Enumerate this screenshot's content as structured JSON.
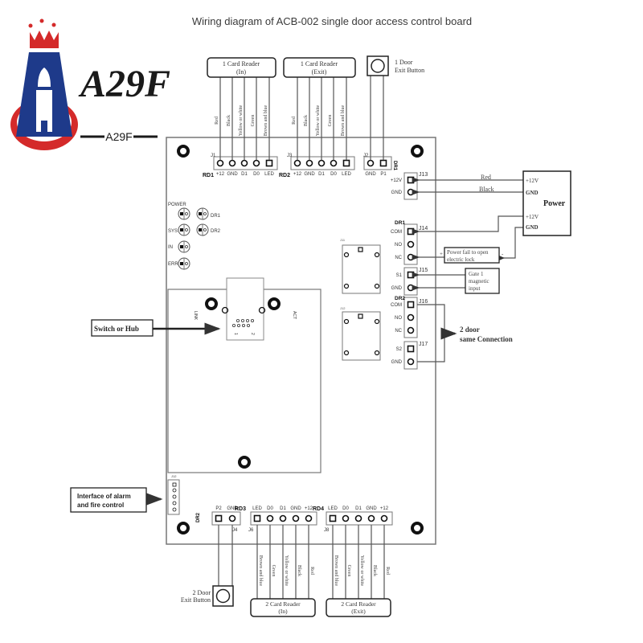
{
  "title": "Wiring diagram of ACB-002 single door access control board",
  "logo": {
    "brand_text": "A29F",
    "sub_text": "A29F",
    "colors": {
      "red": "#d42a2a",
      "blue": "#1e3a8a",
      "black": "#1a1a1a"
    }
  },
  "external_devices": {
    "card_reader_1_in": {
      "line1": "1 Card Reader",
      "line2": "(In)",
      "wires": [
        "Red",
        "Black",
        "Yellow or white",
        "Green",
        "Brown and blue"
      ]
    },
    "card_reader_1_exit": {
      "line1": "1 Card Reader",
      "line2": "(Exit)",
      "wires": [
        "Red",
        "Black",
        "Yellow or white",
        "Green",
        "Brown and blue"
      ]
    },
    "exit_button_1": {
      "line1": "1 Door",
      "line2": "Exit Button"
    },
    "power": {
      "label": "Power",
      "terminals": [
        "+12V",
        "GND",
        "+12V",
        "GND"
      ],
      "wire_labels": [
        "Red",
        "Black"
      ]
    },
    "power_fail_lock": {
      "line1": "Power fail to open",
      "line2": "electric lock",
      "plus": "+",
      "minus": "-"
    },
    "gate_magnetic": {
      "line1": "Gate 1",
      "line2": "magnetic",
      "line3": "input"
    },
    "door2_connection": {
      "line1": "2 door",
      "line2": "same Connection"
    },
    "switch_hub": {
      "label": "Switch or Hub"
    },
    "alarm_interface": {
      "line1": "Interface of alarm",
      "line2": "and fire control"
    },
    "exit_button_2": {
      "line1": "2 Door",
      "line2": "Exit Button"
    },
    "card_reader_2_in": {
      "line1": "2 Card Reader",
      "line2": "(In)",
      "wires": [
        "Brown and blue",
        "Green",
        "Yellow or white",
        "Black",
        "Red"
      ]
    },
    "card_reader_2_exit": {
      "line1": "2 Card Reader",
      "line2": "(Exit)",
      "wires": [
        "Brown and blue",
        "Green",
        "Yellow or white",
        "Black",
        "Red"
      ]
    }
  },
  "board": {
    "connectors": {
      "J1": {
        "id": "J1",
        "group": "RD1",
        "pins": [
          "+12",
          "GND",
          "D1",
          "D0",
          "LED"
        ]
      },
      "J3": {
        "id": "J3",
        "group": "RD2",
        "pins": [
          "+12",
          "GND",
          "D1",
          "D0",
          "LED"
        ]
      },
      "J2": {
        "id": "J2",
        "group": "DR1",
        "pins": [
          "GND",
          "P1"
        ]
      },
      "J13": {
        "id": "J13",
        "pins": [
          "+12V",
          "GND"
        ]
      },
      "J14": {
        "id": "J14",
        "group": "DR1",
        "pins": [
          "COM",
          "NO",
          "NC"
        ]
      },
      "J15": {
        "id": "J15",
        "pins": [
          "S1",
          "GND"
        ]
      },
      "J16": {
        "id": "J16",
        "group": "DR2",
        "pins": [
          "COM",
          "NO",
          "NC"
        ]
      },
      "J17": {
        "id": "J17",
        "pins": [
          "S2",
          "GND"
        ]
      },
      "J4": {
        "id": "J4",
        "group": "DR2",
        "pins": [
          "P2",
          "GND"
        ]
      },
      "J6": {
        "id": "J6",
        "group": "RD3",
        "pins": [
          "LED",
          "D0",
          "D1",
          "GND",
          "+12"
        ]
      },
      "J8": {
        "id": "J8",
        "group": "RD4",
        "pins": [
          "LED",
          "D0",
          "D1",
          "GND",
          "+12"
        ]
      },
      "J12": {
        "id": "J12"
      }
    },
    "leds": {
      "power": "POWER",
      "sys": "SYS",
      "in": "IN",
      "err": "ERR",
      "dr1": "DR1",
      "dr2": "DR2",
      "link": "LINK",
      "act": "ACT"
    },
    "relays": {
      "r1": "J11",
      "r2": "J12"
    },
    "rj45_pins": {
      "p1": "1",
      "p2": "2"
    }
  }
}
